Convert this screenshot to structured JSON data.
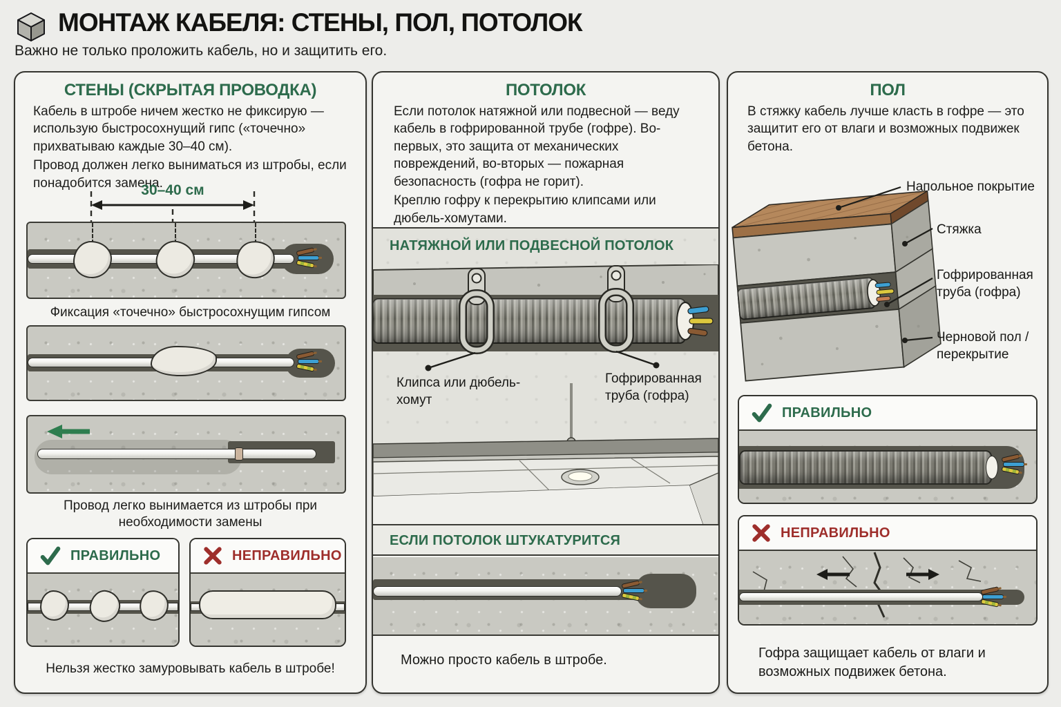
{
  "header": {
    "title": "МОНТАЖ КАБЕЛЯ: СТЕНЫ, ПОЛ, ПОТОЛОК",
    "subtitle": "Важно не только проложить кабель, но и защитить его.",
    "icon": "cube-icon"
  },
  "colors": {
    "accent_green": "#2d6b4c",
    "accent_red": "#9e2e2b",
    "panel_bg": "#f4f4f1"
  },
  "walls": {
    "title": "СТЕНЫ (СКРЫТАЯ ПРОВОДКА)",
    "intro1": "Кабель в штробе ничем жестко не фиксирую — использую быстросохнущий гипс («точечно» прихватываю каждые 30–40 см).",
    "intro2": "Провод должен легко выниматься из штробы, если понадобится замена.",
    "dimension": "30–40 см",
    "caption_fixation": "Фиксация «точечно» быстросохнущим гипсом",
    "caption_removal": "Провод легко вынимается из штробы при необходимости замены",
    "correct_label": "ПРАВИЛЬНО",
    "incorrect_label": "НЕПРАВИЛЬНО",
    "warning": "Нельзя жестко замуровывать кабель в штробе!"
  },
  "ceiling": {
    "title": "ПОТОЛОК",
    "intro1": "Если потолок натяжной или подвесной — веду кабель в гофрированной трубе (гофре). Во-первых, это защита от механических повреждений, во-вторых — пожарная безопасность (гофра не горит).",
    "intro2": "Креплю гофру к перекрытию клипсами или дюбель-хомутами.",
    "section_suspended": "НАТЯЖНОЙ ИЛИ ПОДВЕСНОЙ ПОТОЛОК",
    "label_clip": "Клипса или дюбель-хомут",
    "label_tube": "Гофрированная труба (гофра)",
    "section_plaster": "ЕСЛИ ПОТОЛОК ШТУКАТУРИТСЯ",
    "caption_groove": "Можно просто кабель в штробе."
  },
  "floor": {
    "title": "ПОЛ",
    "intro": "В стяжку кабель лучше класть в гофре — это защитит его от влаги и возможных подвижек бетона.",
    "label_covering": "Напольное покрытие",
    "label_screed": "Стяжка",
    "label_tube": "Гофрированная труба (гофра)",
    "label_subfloor": "Черновой пол / перекрытие",
    "correct_label": "ПРАВИЛЬНО",
    "incorrect_label": "НЕПРАВИЛЬНО",
    "caption": "Гофра защищает кабель от влаги и возможных подвижек бетона."
  }
}
